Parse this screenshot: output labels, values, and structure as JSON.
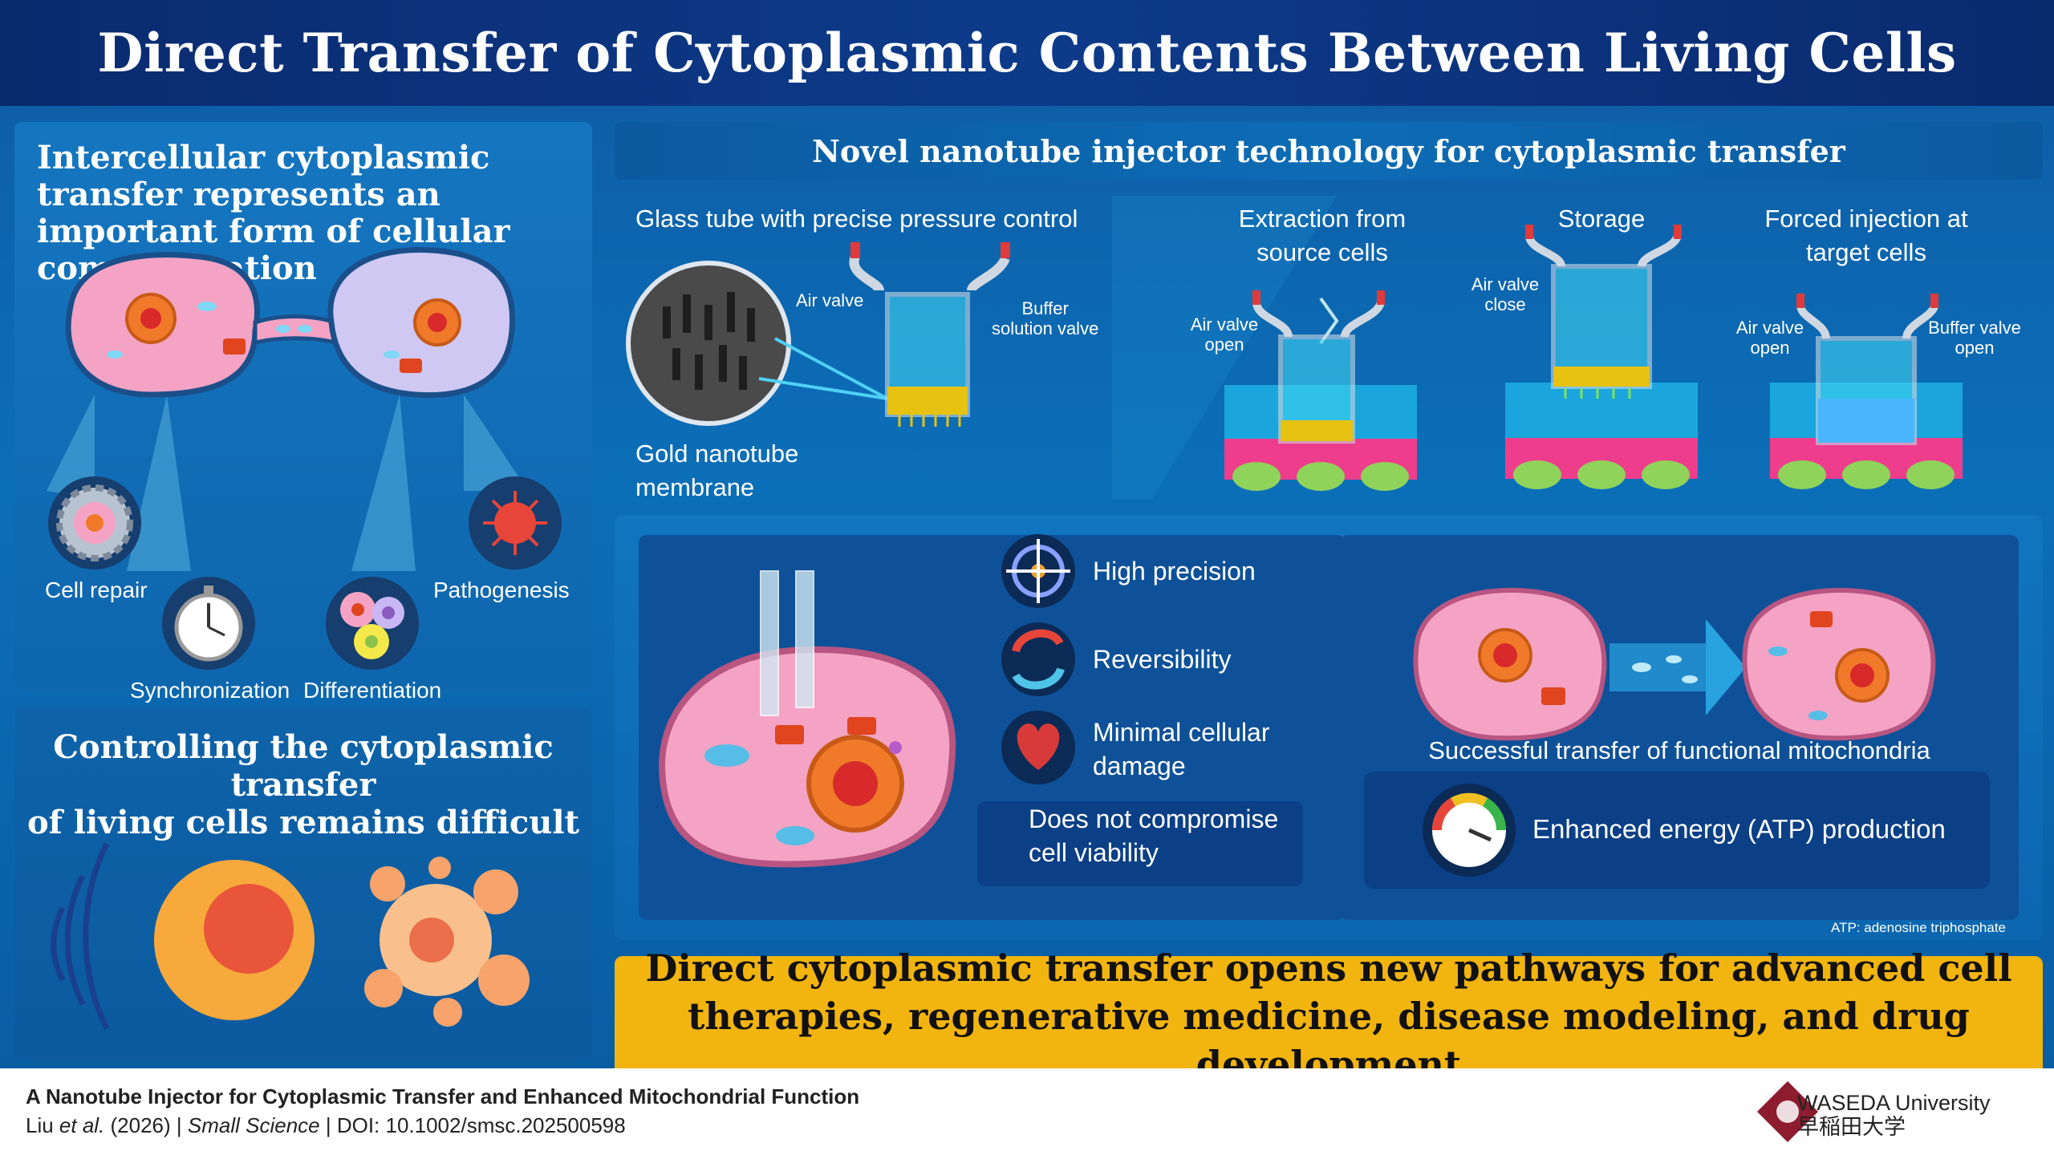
{
  "title": "Direct Transfer of Cytoplasmic Contents Between Living Cells",
  "left": {
    "panel_a_heading": "Intercellular cytoplasmic transfer represents an important form of cellular communication",
    "labels": {
      "cell_repair": "Cell repair",
      "synchronization": "Synchronization",
      "differentiation": "Differentiation",
      "pathogenesis": "Pathogenesis"
    },
    "panel_b_heading_1": "Controlling the cytoplasmic transfer",
    "panel_b_heading_2": "of living cells remains difficult"
  },
  "injector": {
    "heading": "Novel nanotube injector technology for cytoplasmic transfer",
    "glass_tube": "Glass tube with precise pressure control",
    "membrane_1": "Gold nanotube",
    "membrane_2": "membrane",
    "air_valve": "Air valve",
    "buffer_1": "Buffer",
    "buffer_2": "solution valve",
    "extraction_1": "Extraction from",
    "extraction_2": "source cells",
    "storage": "Storage",
    "forced_1": "Forced injection at",
    "forced_2": "target cells",
    "ex_air_1": "Air valve",
    "ex_air_2": "open",
    "st_air_1": "Air valve",
    "st_air_2": "close",
    "fi_air_1": "Air valve",
    "fi_air_2": "open",
    "fi_buf_1": "Buffer valve",
    "fi_buf_2": "open"
  },
  "features": {
    "high_precision": "High precision",
    "reversibility": "Reversibility",
    "minimal_1": "Minimal cellular",
    "minimal_2": "damage",
    "viability_1": "Does not compromise",
    "viability_2": "cell viability"
  },
  "mito": {
    "transfer": "Successful transfer of functional mitochondria",
    "atp": "Enhanced energy (ATP) production",
    "note": "ATP: adenosine triphosphate"
  },
  "banner": {
    "line1": "Direct cytoplasmic transfer opens new pathways for advanced cell",
    "line2": "therapies, regenerative medicine, disease modeling, and drug development"
  },
  "footer": {
    "paper_title": "A Nanotube Injector for Cytoplasmic Transfer and Enhanced Mitochondrial Function",
    "author": "Liu ",
    "etal": "et al.",
    "year": " (2026) | ",
    "journal": "Small Science",
    "doi": " | DOI: 10.1002/smsc.202500598",
    "univ_en": "WASEDA University",
    "univ_jp": "早稲田大学"
  },
  "colors": {
    "banner": "#f2b40f",
    "cell_pink": "#f6a9c8",
    "cell_blue": "#c9c2f2",
    "nucleus": "#f07a2a"
  }
}
